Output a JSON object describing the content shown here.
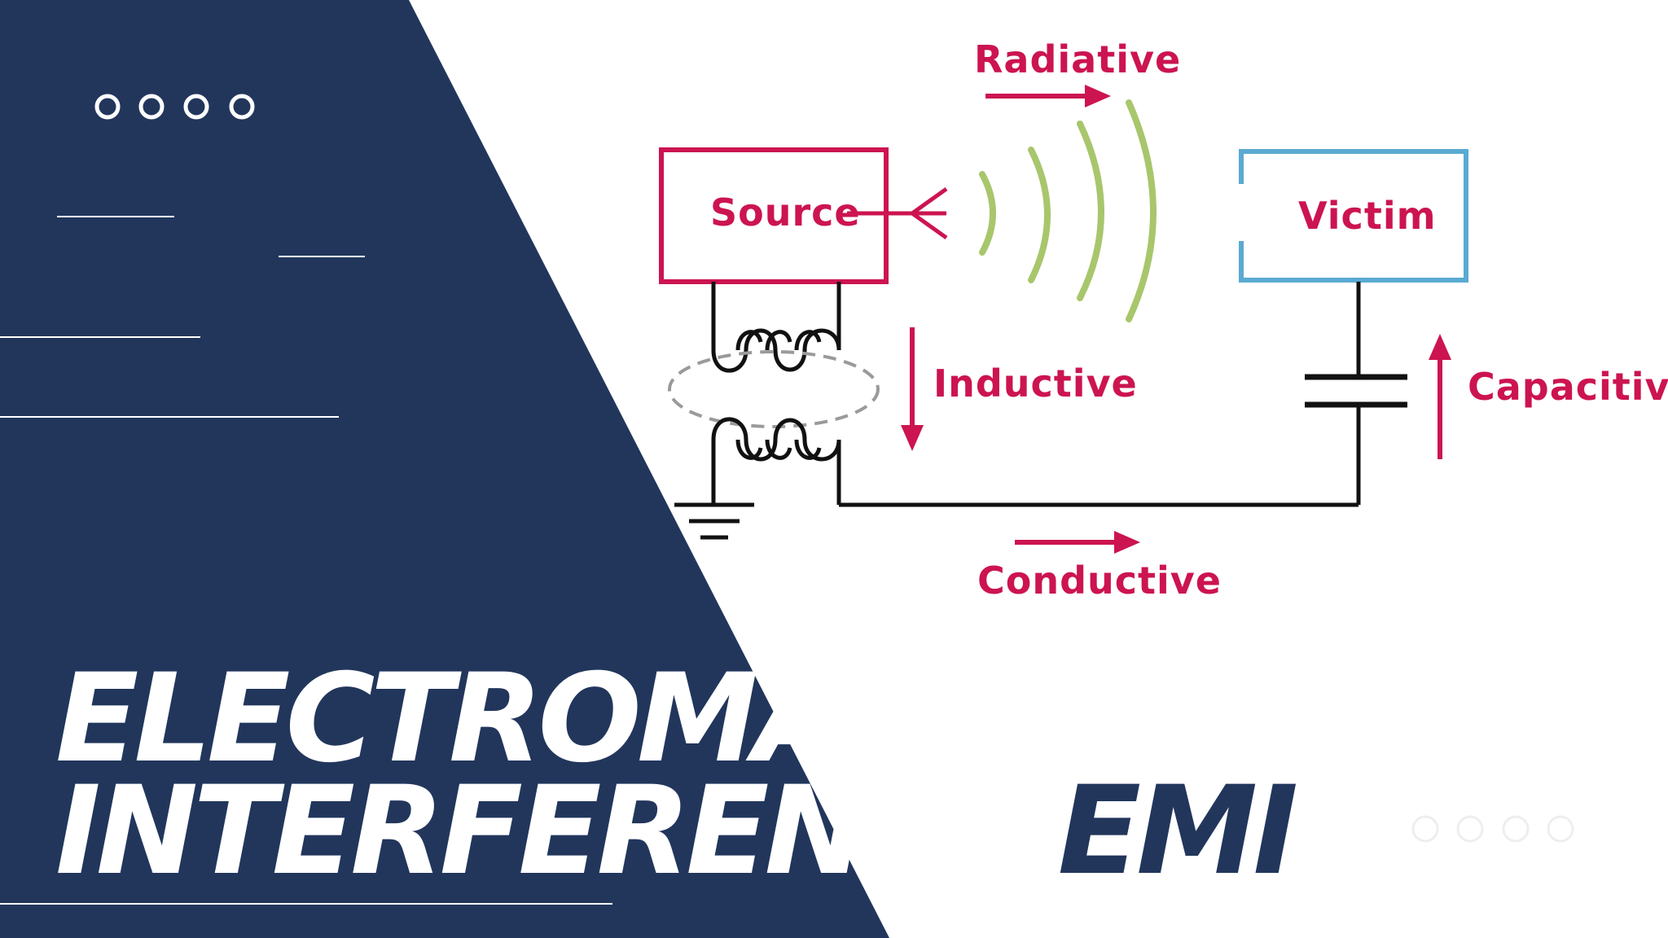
{
  "diagram": {
    "source_label": "Source",
    "victim_label": "Victim",
    "radiative_label": "Radiative",
    "inductive_label": "Inductive",
    "capacitive_label": "Capacitive",
    "conductive_label": "Conductive"
  },
  "title": {
    "line1": "ELECTROMAGNETIC",
    "line2_part1": "INTERFERENCE",
    "line2_part2": "EMI"
  },
  "colors": {
    "navy": "#22365c",
    "magenta": "#cc1450",
    "blue": "#5aaad2",
    "green": "#a8c66c",
    "gray": "#9a9a9a",
    "black": "#111111"
  },
  "decor": {
    "dots_top_left_count": 4,
    "dots_bottom_right_count": 4
  }
}
